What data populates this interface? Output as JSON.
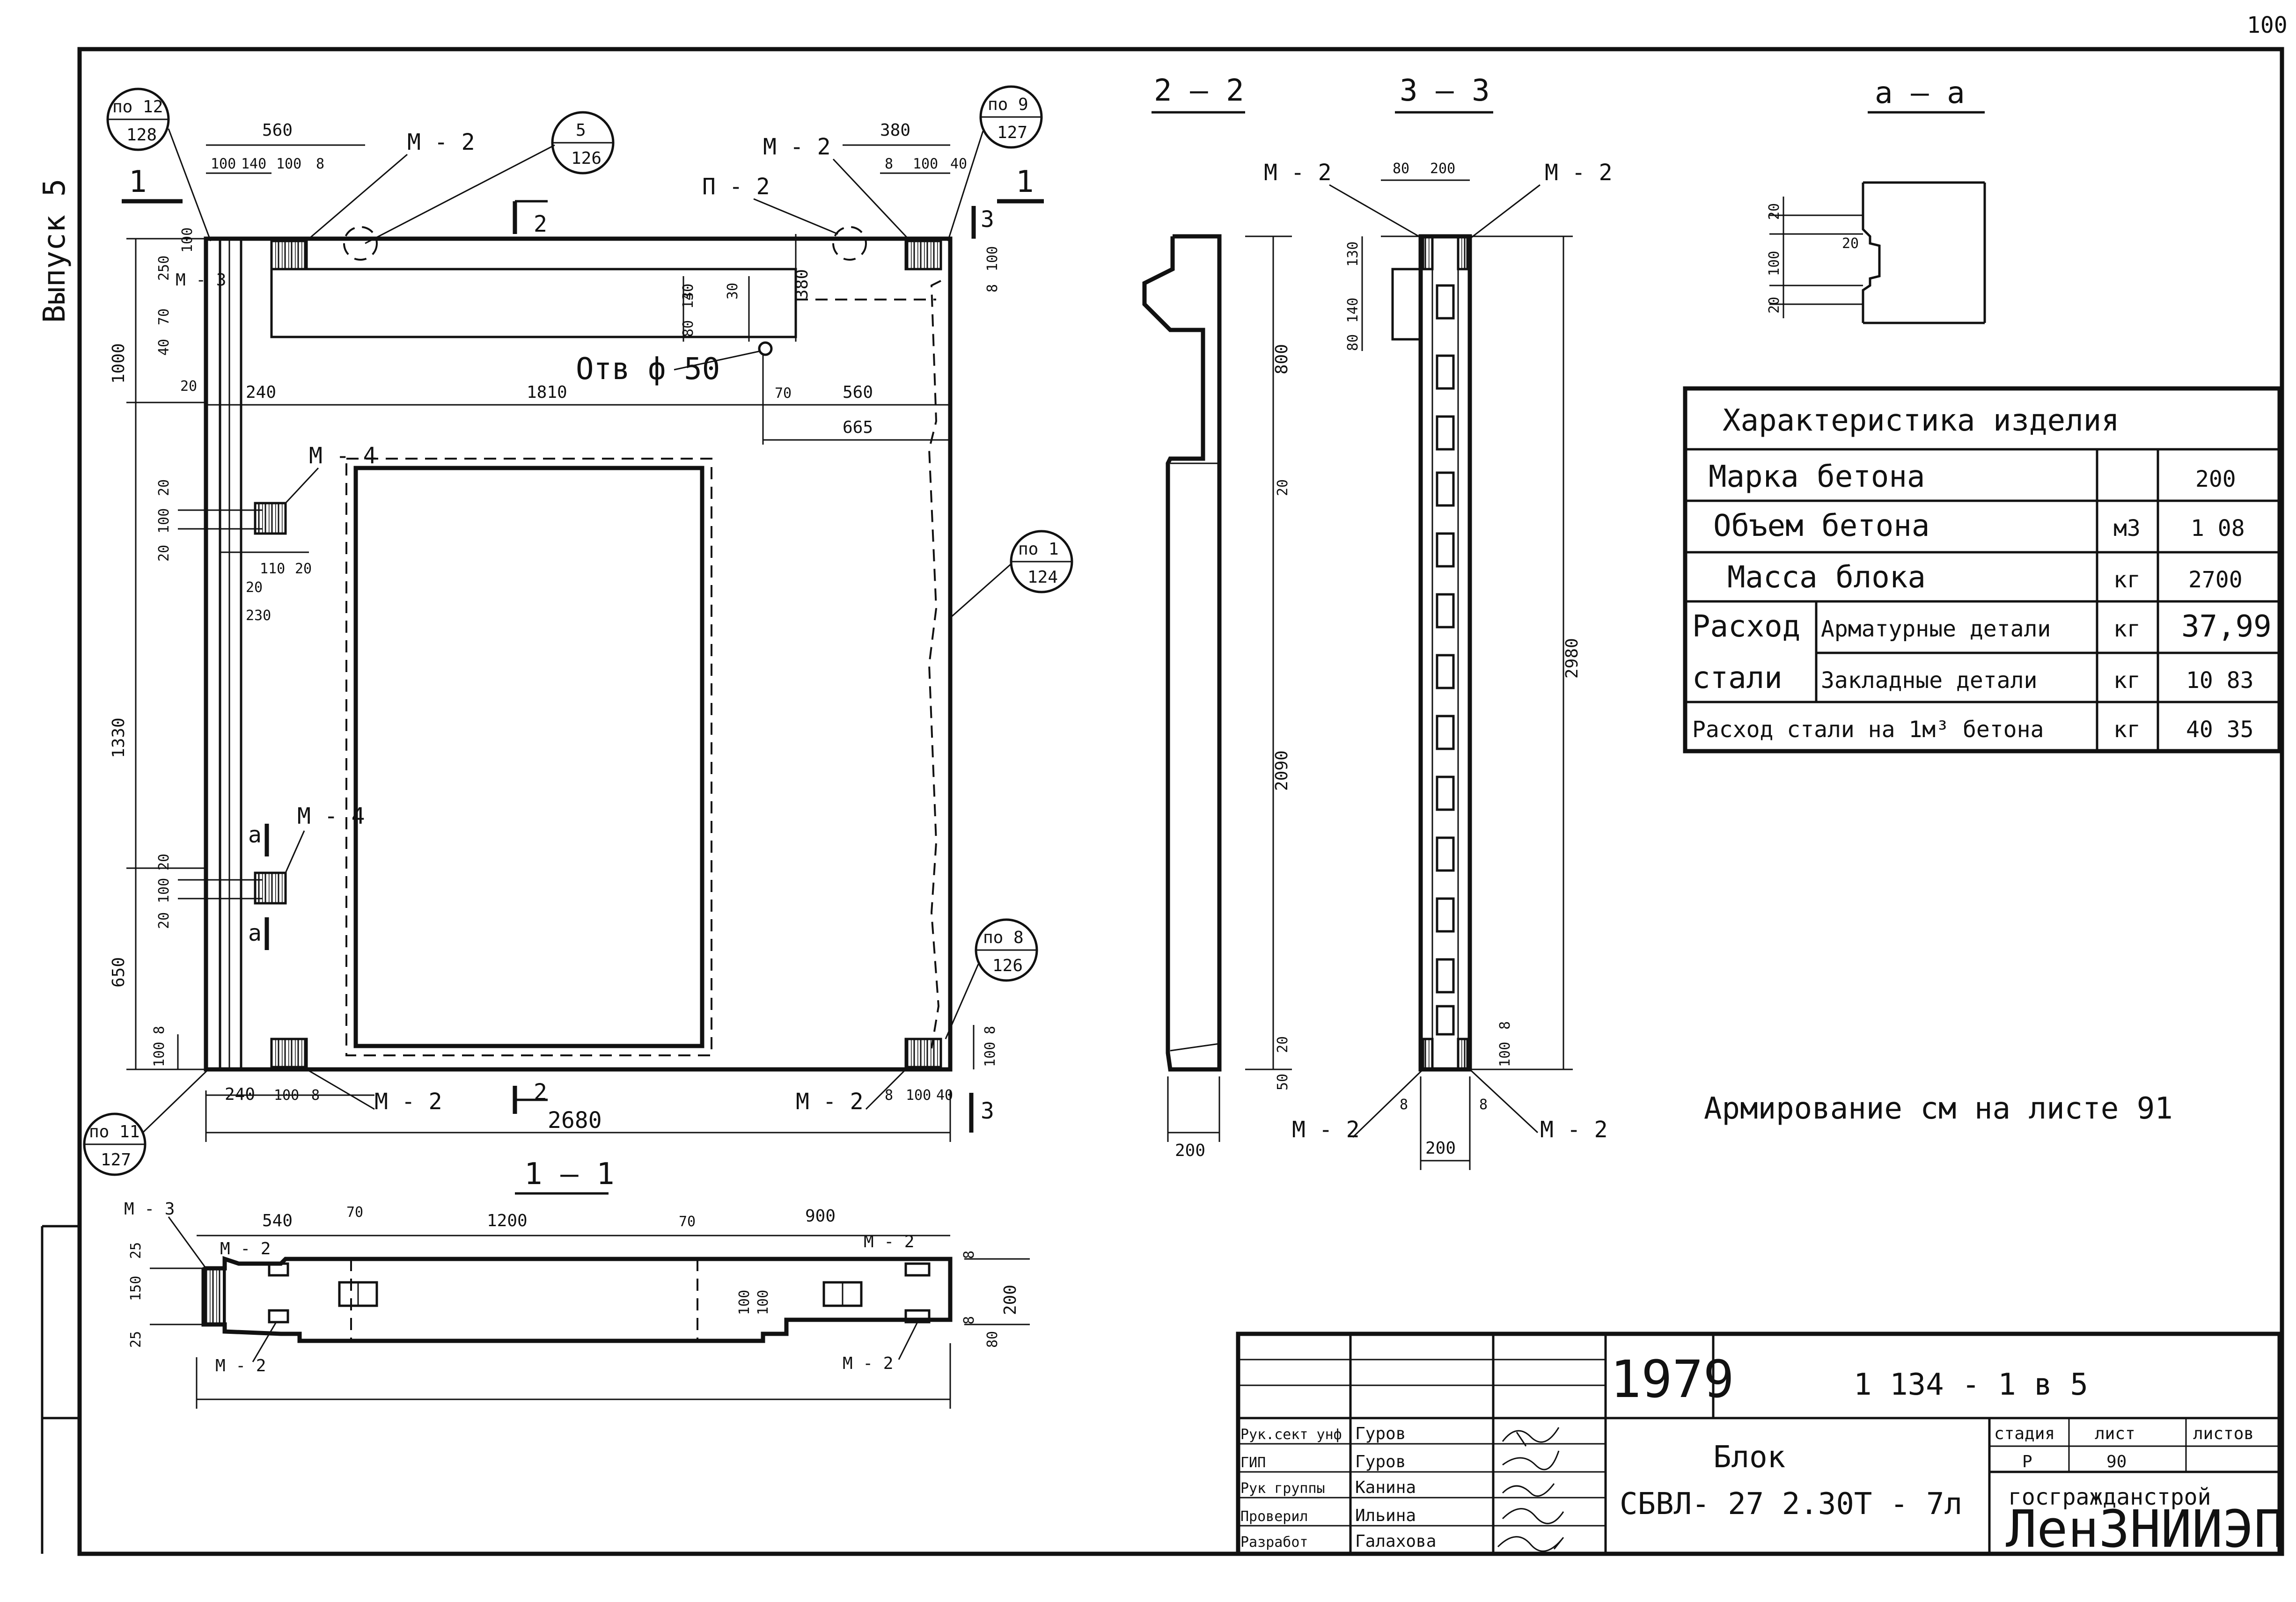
{
  "page_number": "100",
  "issue_label": "Выпуск 5",
  "sections": {
    "s1": "1 — 1",
    "s2": "2 — 2",
    "s3": "3 — 3",
    "sa": "а — а"
  },
  "section_marks": {
    "one": "1",
    "two": "2",
    "three": "3",
    "a": "а"
  },
  "callouts": {
    "c1": {
      "top": "по 12",
      "bottom": "128"
    },
    "c2": {
      "top": "5",
      "bottom": "126"
    },
    "c3": {
      "top": "по 9",
      "bottom": "127"
    },
    "c4": {
      "top": "по 1",
      "bottom": "124"
    },
    "c5": {
      "top": "по 8",
      "bottom": "126"
    },
    "c6": {
      "top": "по 11",
      "bottom": "127"
    }
  },
  "parts": {
    "m2": "М - 2",
    "m3": "М - 3",
    "m4": "М - 4",
    "p2": "П - 2",
    "hole": "Отв ф 50"
  },
  "plan_dims": {
    "d560": "560",
    "d380": "380",
    "d100": "100",
    "d140": "140",
    "d8": "8",
    "d40": "40",
    "d250": "250",
    "d70": "70",
    "d1000": "1000",
    "d20": "20",
    "d240": "240",
    "d1810": "1810",
    "d665": "665",
    "d1330": "1330",
    "d650": "650",
    "d110": "110",
    "d230": "230",
    "d2680": "2680",
    "d130": "130",
    "d30": "30",
    "d80": "80"
  },
  "section_dims": {
    "d800": "800",
    "d2090": "2090",
    "d2980": "2980",
    "d200": "200",
    "d50": "50",
    "d540": "540",
    "d1200": "1200",
    "d900": "900",
    "d150": "150",
    "d25": "25"
  },
  "characteristics": {
    "title": "Характеристика изделия",
    "rows": [
      {
        "label": "Марка бетона",
        "unit": "",
        "value": "200"
      },
      {
        "label": "Объем бетона",
        "unit": "м3",
        "value": "1 08"
      },
      {
        "label": "Масса блока",
        "unit": "кг",
        "value": "2700"
      },
      {
        "group": "Расход",
        "label": "Арматурные детали",
        "unit": "кг",
        "value": "37,99"
      },
      {
        "group": "стали",
        "label": "Закладные детали",
        "unit": "кг",
        "value": "10 83"
      },
      {
        "label": "Расход стали на 1м³ бетона",
        "unit": "кг",
        "value": "40 35"
      }
    ]
  },
  "note": "Армирование см на листе 91",
  "title_block": {
    "year": "1979",
    "series": "1 134 - 1   в 5",
    "product": "Блок",
    "designation": "СБВЛ- 27 2.30Т - 7л",
    "stage_header": "стадия",
    "sheet_header": "лист",
    "sheets_header": "листов",
    "stage": "Р",
    "sheet": "90",
    "org1": "госгражданстрой",
    "org2": "ЛенЗНИИЭП",
    "people": [
      {
        "role": "Рук.сект унф",
        "name": "Гуров"
      },
      {
        "role": "ГИП",
        "name": "Гуров"
      },
      {
        "role": "Рук группы",
        "name": "Канина"
      },
      {
        "role": "Проверил",
        "name": "Ильина"
      },
      {
        "role": "Разработ",
        "name": "Галахова"
      }
    ]
  }
}
